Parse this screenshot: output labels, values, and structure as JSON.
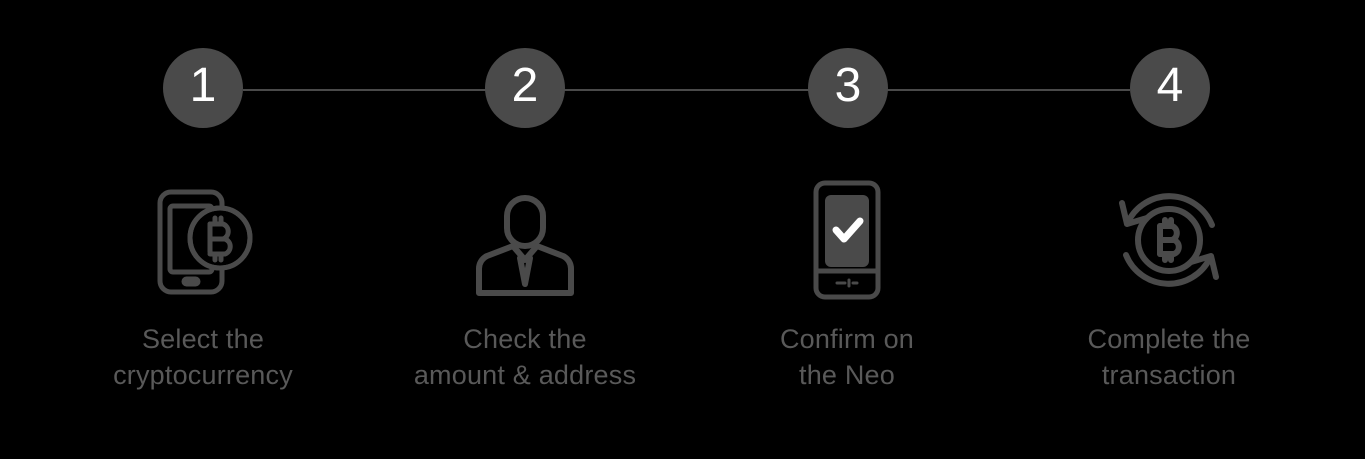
{
  "theme": {
    "background": "#000000",
    "accent_gray": "#4a4a4a",
    "line_color": "#4a4a4a",
    "number_color": "#ffffff",
    "label_color": "#595959",
    "icon_stroke": "#4a4a4a",
    "check_color": "#ffffff"
  },
  "progress": {
    "total_steps": 4,
    "steps": [
      {
        "number": "1"
      },
      {
        "number": "2"
      },
      {
        "number": "3"
      },
      {
        "number": "4"
      }
    ]
  },
  "steps": [
    {
      "number": "1",
      "icon": "smartphone-bitcoin-icon",
      "label": "Select the\ncryptocurrency"
    },
    {
      "number": "2",
      "icon": "person-suit-icon",
      "label": "Check the\namount & address"
    },
    {
      "number": "3",
      "icon": "hardware-wallet-check-icon",
      "label": "Confirm on\nthe Neo"
    },
    {
      "number": "4",
      "icon": "bitcoin-exchange-arrows-icon",
      "label": "Complete the\ntransaction"
    }
  ]
}
